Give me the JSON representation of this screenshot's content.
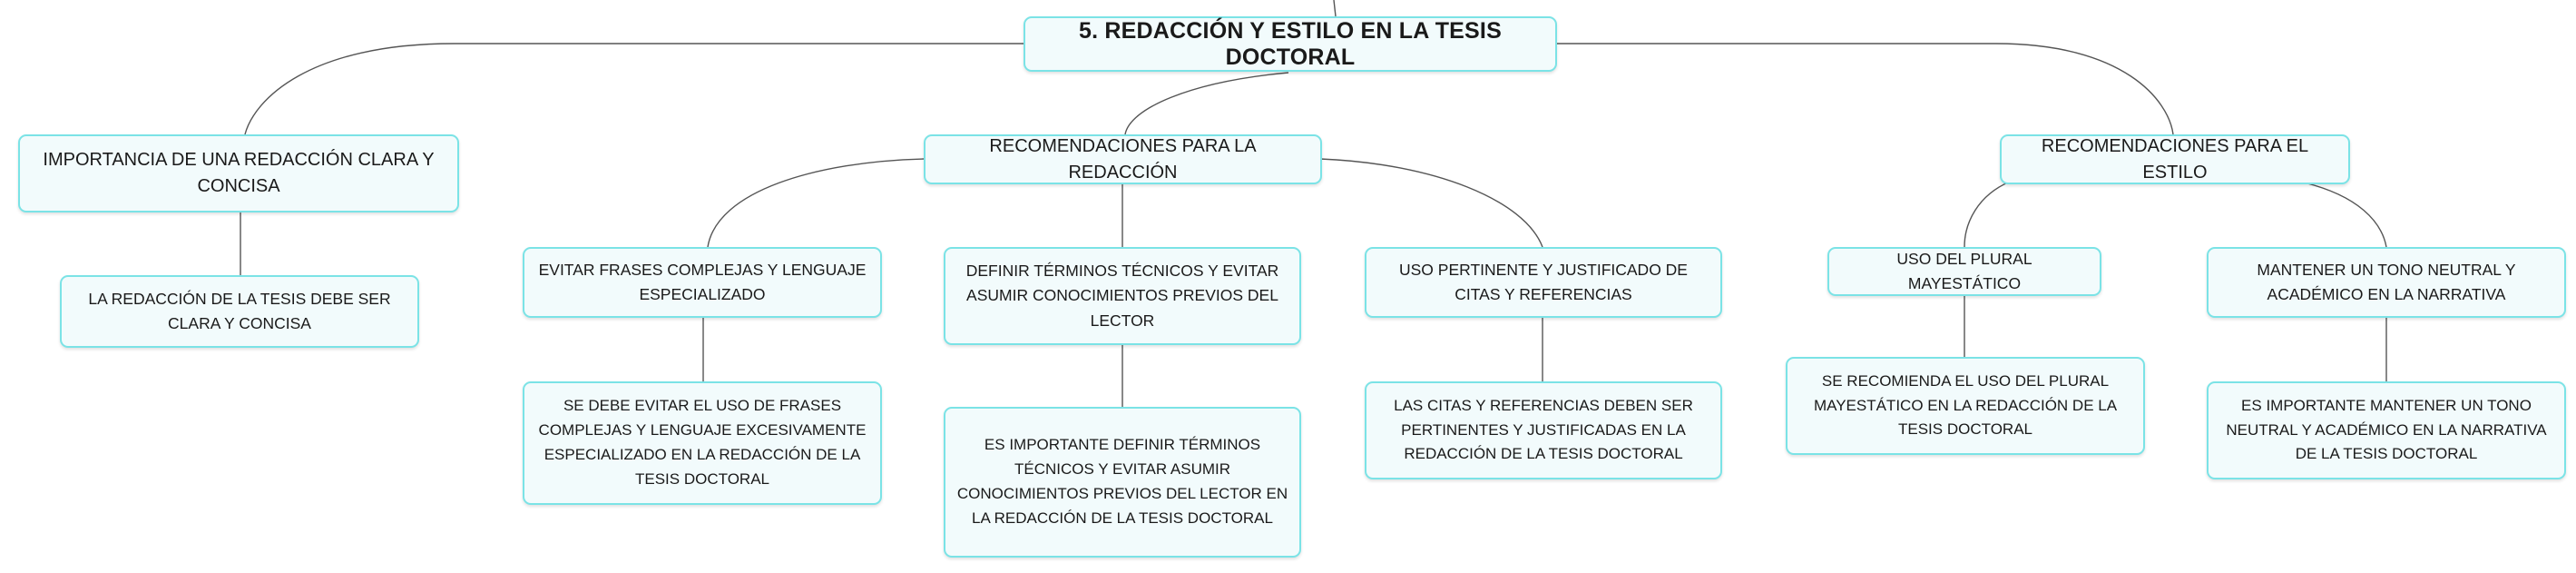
{
  "mindmap": {
    "root": "5. REDACCIÓN Y ESTILO EN LA TESIS DOCTORAL",
    "branches": [
      {
        "label": "IMPORTANCIA DE UNA REDACCIÓN CLARA Y CONCISA",
        "children": [
          {
            "label": "LA REDACCIÓN DE LA TESIS DEBE SER CLARA Y CONCISA"
          }
        ]
      },
      {
        "label": "RECOMENDACIONES PARA LA REDACCIÓN",
        "children": [
          {
            "label": "EVITAR FRASES COMPLEJAS Y LENGUAJE ESPECIALIZADO",
            "detail": "SE DEBE EVITAR EL USO DE FRASES COMPLEJAS Y LENGUAJE EXCESIVAMENTE ESPECIALIZADO EN LA REDACCIÓN DE LA TESIS DOCTORAL"
          },
          {
            "label": "DEFINIR TÉRMINOS TÉCNICOS Y EVITAR ASUMIR CONOCIMIENTOS PREVIOS DEL LECTOR",
            "detail": "ES IMPORTANTE DEFINIR TÉRMINOS TÉCNICOS Y EVITAR ASUMIR CONOCIMIENTOS PREVIOS DEL LECTOR EN LA REDACCIÓN DE LA TESIS DOCTORAL"
          },
          {
            "label": "USO PERTINENTE Y JUSTIFICADO DE CITAS Y REFERENCIAS",
            "detail": "LAS CITAS Y REFERENCIAS DEBEN SER PERTINENTES Y JUSTIFICADAS EN LA REDACCIÓN DE LA TESIS DOCTORAL"
          }
        ]
      },
      {
        "label": "RECOMENDACIONES PARA EL ESTILO",
        "children": [
          {
            "label": "USO DEL PLURAL MAYESTÁTICO",
            "detail": "SE RECOMIENDA EL USO DEL PLURAL MAYESTÁTICO EN LA REDACCIÓN DE LA TESIS DOCTORAL"
          },
          {
            "label": "MANTENER UN TONO NEUTRAL Y ACADÉMICO EN LA NARRATIVA",
            "detail": "ES IMPORTANTE MANTENER UN TONO NEUTRAL Y ACADÉMICO EN LA NARRATIVA DE LA TESIS DOCTORAL"
          }
        ]
      }
    ]
  },
  "colors": {
    "node_border": "#7be3e6",
    "node_fill": "#f2fbfc",
    "connector": "#555555"
  }
}
